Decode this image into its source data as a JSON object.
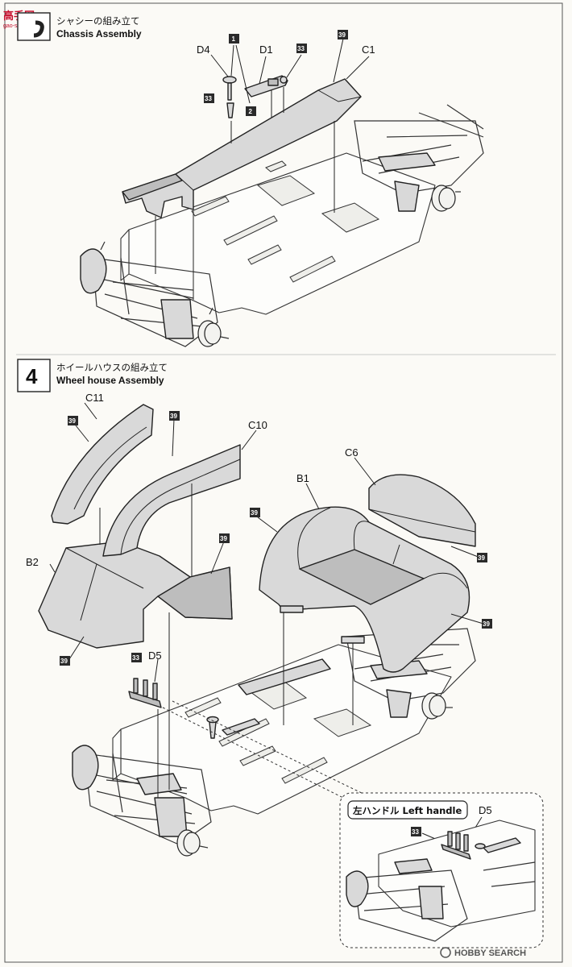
{
  "watermark": {
    "glyphs": "高手网",
    "domain": "gao-shou.com"
  },
  "step3": {
    "title_jp": "シャシーの組み立て",
    "title_en": "Chassis Assembly",
    "parts": {
      "d4": "D4",
      "d1": "D1",
      "c1": "C1"
    },
    "callouts": {
      "a": "1",
      "b": "2"
    },
    "refs": {
      "r1": "33",
      "r2": "33",
      "r3": "39"
    }
  },
  "step4": {
    "number": "4",
    "title_jp": "ホイールハウスの組み立て",
    "title_en": "Wheel house Assembly",
    "parts": {
      "c11": "C11",
      "c10": "C10",
      "c6": "C6",
      "b1": "B1",
      "b2": "B2",
      "d5": "D5"
    },
    "refs": {
      "c11": "39",
      "c10": "39",
      "b1": "39",
      "c6": "39",
      "b1b": "39",
      "b2a": "39",
      "b2b": "39",
      "d5": "33"
    }
  },
  "inset": {
    "label": "左ハンドル Left handle",
    "part": "D5",
    "ref": "33"
  },
  "footer": {
    "brand": "HOBBY SEARCH"
  },
  "colors": {
    "paint_fill": "#d9d9d9",
    "line": "#222222",
    "paper": "#fbfaf6",
    "watermark": "#c8102e"
  }
}
